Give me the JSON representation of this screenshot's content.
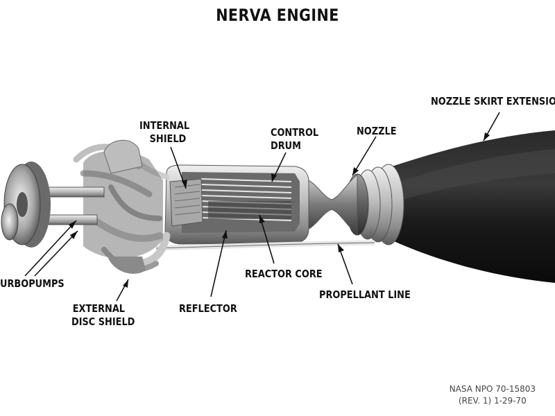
{
  "title": "NERVA ENGINE",
  "labels": {
    "internal_shield": [
      "INTERNAL",
      "SHIELD"
    ],
    "control_drum": [
      "CONTROL",
      "DRUM"
    ],
    "nozzle": "NOZZLE",
    "nozzle_skirt_extension": "NOZZLE SKIRT EXTENSION",
    "turbopumps": "URBOPUMPS",
    "external_disc_shield": [
      "EXTERNAL",
      "DISC SHIELD"
    ],
    "reflector": "REFLECTOR",
    "reactor_core": "REACTOR CORE",
    "propellant_line": "PROPELLANT LINE"
  },
  "caption": [
    "NASA NPO 70-15803",
    "(REV. 1) 1-29-70"
  ],
  "colors": {
    "background": "#ffffff",
    "ink": "#111111",
    "skirt": "#1f1f1f",
    "metal_light": "#dcdcdc",
    "metal_mid": "#9a9a9a",
    "metal_dark": "#4a4a4a"
  }
}
